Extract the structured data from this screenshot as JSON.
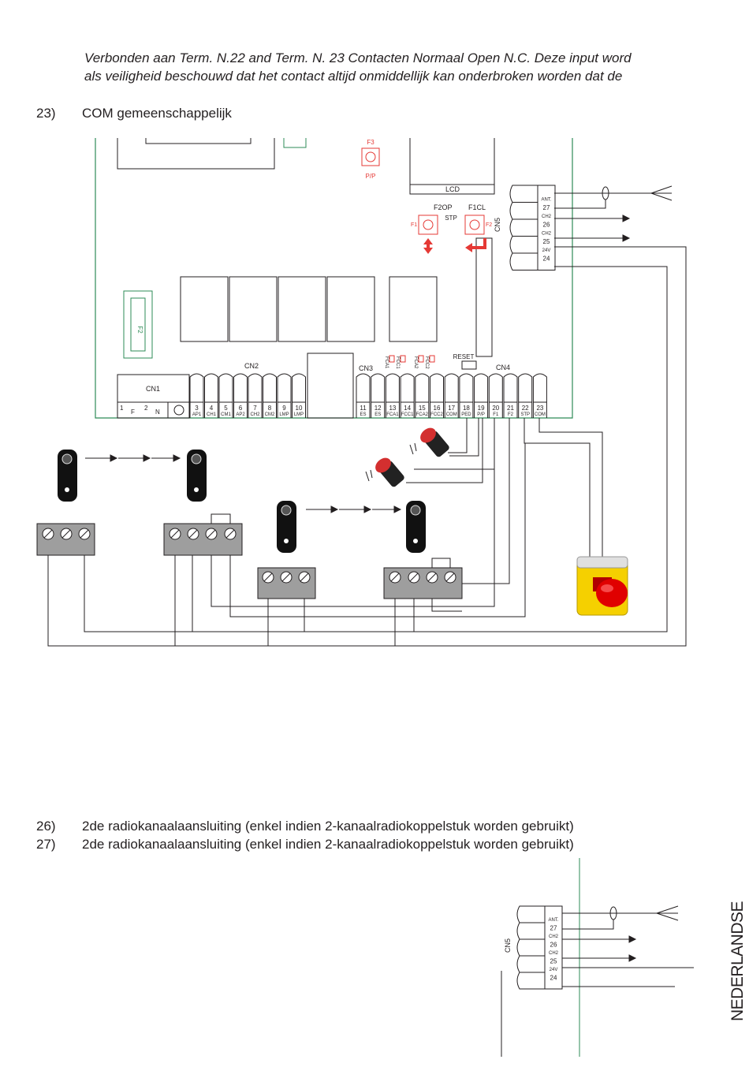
{
  "intro": {
    "line1": "Verbonden aan Term. N.22 and Term. N. 23 Contacten Normaal Open N.C. Deze input word",
    "line2": "als veiligheid beschouwd dat het contact altijd onmiddellijk kan onderbroken worden dat de"
  },
  "items": [
    {
      "num": "23)",
      "text": "COM gemeenschappelijk"
    },
    {
      "num": "26)",
      "text": "2de radiokanaalaansluiting (enkel indien 2-kanaalradiokoppelstuk worden gebruikt)"
    },
    {
      "num": "27)",
      "text": "2de radiokanaalaansluiting (enkel indien 2-kanaalradiokoppelstuk worden gebruikt)"
    }
  ],
  "side_label": "NEDERLANDSE",
  "board": {
    "lcd": "LCD",
    "f3": "F3",
    "pp": "P/P",
    "f2op": "F2OP",
    "f1cl": "F1CL",
    "stp": "STP",
    "f1": "F1",
    "f2": "F2",
    "fuse": "F2",
    "reset": "RESET",
    "cn1": "CN1",
    "cn2": "CN2",
    "cn3": "CN3",
    "cn4": "CN4",
    "cn5": "CN5",
    "leds": [
      "FCA1",
      "FCC1",
      "FCA2",
      "FCC2"
    ],
    "terminals": [
      {
        "n": "1",
        "l": "F"
      },
      {
        "n": "2",
        "l": "N"
      },
      {
        "n": "3",
        "l": "AP1"
      },
      {
        "n": "4",
        "l": "CH1"
      },
      {
        "n": "5",
        "l": "CM1"
      },
      {
        "n": "6",
        "l": "AP2"
      },
      {
        "n": "7",
        "l": "CH2"
      },
      {
        "n": "8",
        "l": "CM2"
      },
      {
        "n": "9",
        "l": "LMP"
      },
      {
        "n": "10",
        "l": "LMP"
      },
      {
        "n": "11",
        "l": "ES"
      },
      {
        "n": "12",
        "l": "ES"
      },
      {
        "n": "13",
        "l": "FCA1"
      },
      {
        "n": "14",
        "l": "FCC1"
      },
      {
        "n": "15",
        "l": "FCA2"
      },
      {
        "n": "16",
        "l": "FCC2"
      },
      {
        "n": "17",
        "l": "COM"
      },
      {
        "n": "18",
        "l": "PED"
      },
      {
        "n": "19",
        "l": "P/P"
      },
      {
        "n": "20",
        "l": "F1"
      },
      {
        "n": "21",
        "l": "F2"
      },
      {
        "n": "22",
        "l": "STP"
      },
      {
        "n": "23",
        "l": "COM"
      }
    ],
    "cn5_terminals": [
      {
        "n": "",
        "l": "ANT."
      },
      {
        "n": "27",
        "l": "CH2"
      },
      {
        "n": "26",
        "l": "CH2"
      },
      {
        "n": "25",
        "l": "24V"
      },
      {
        "n": "24",
        "l": ""
      }
    ]
  },
  "colors": {
    "board_outline": "#2e8b57",
    "pcb_red": "#e53935",
    "wire": "#231f20"
  }
}
